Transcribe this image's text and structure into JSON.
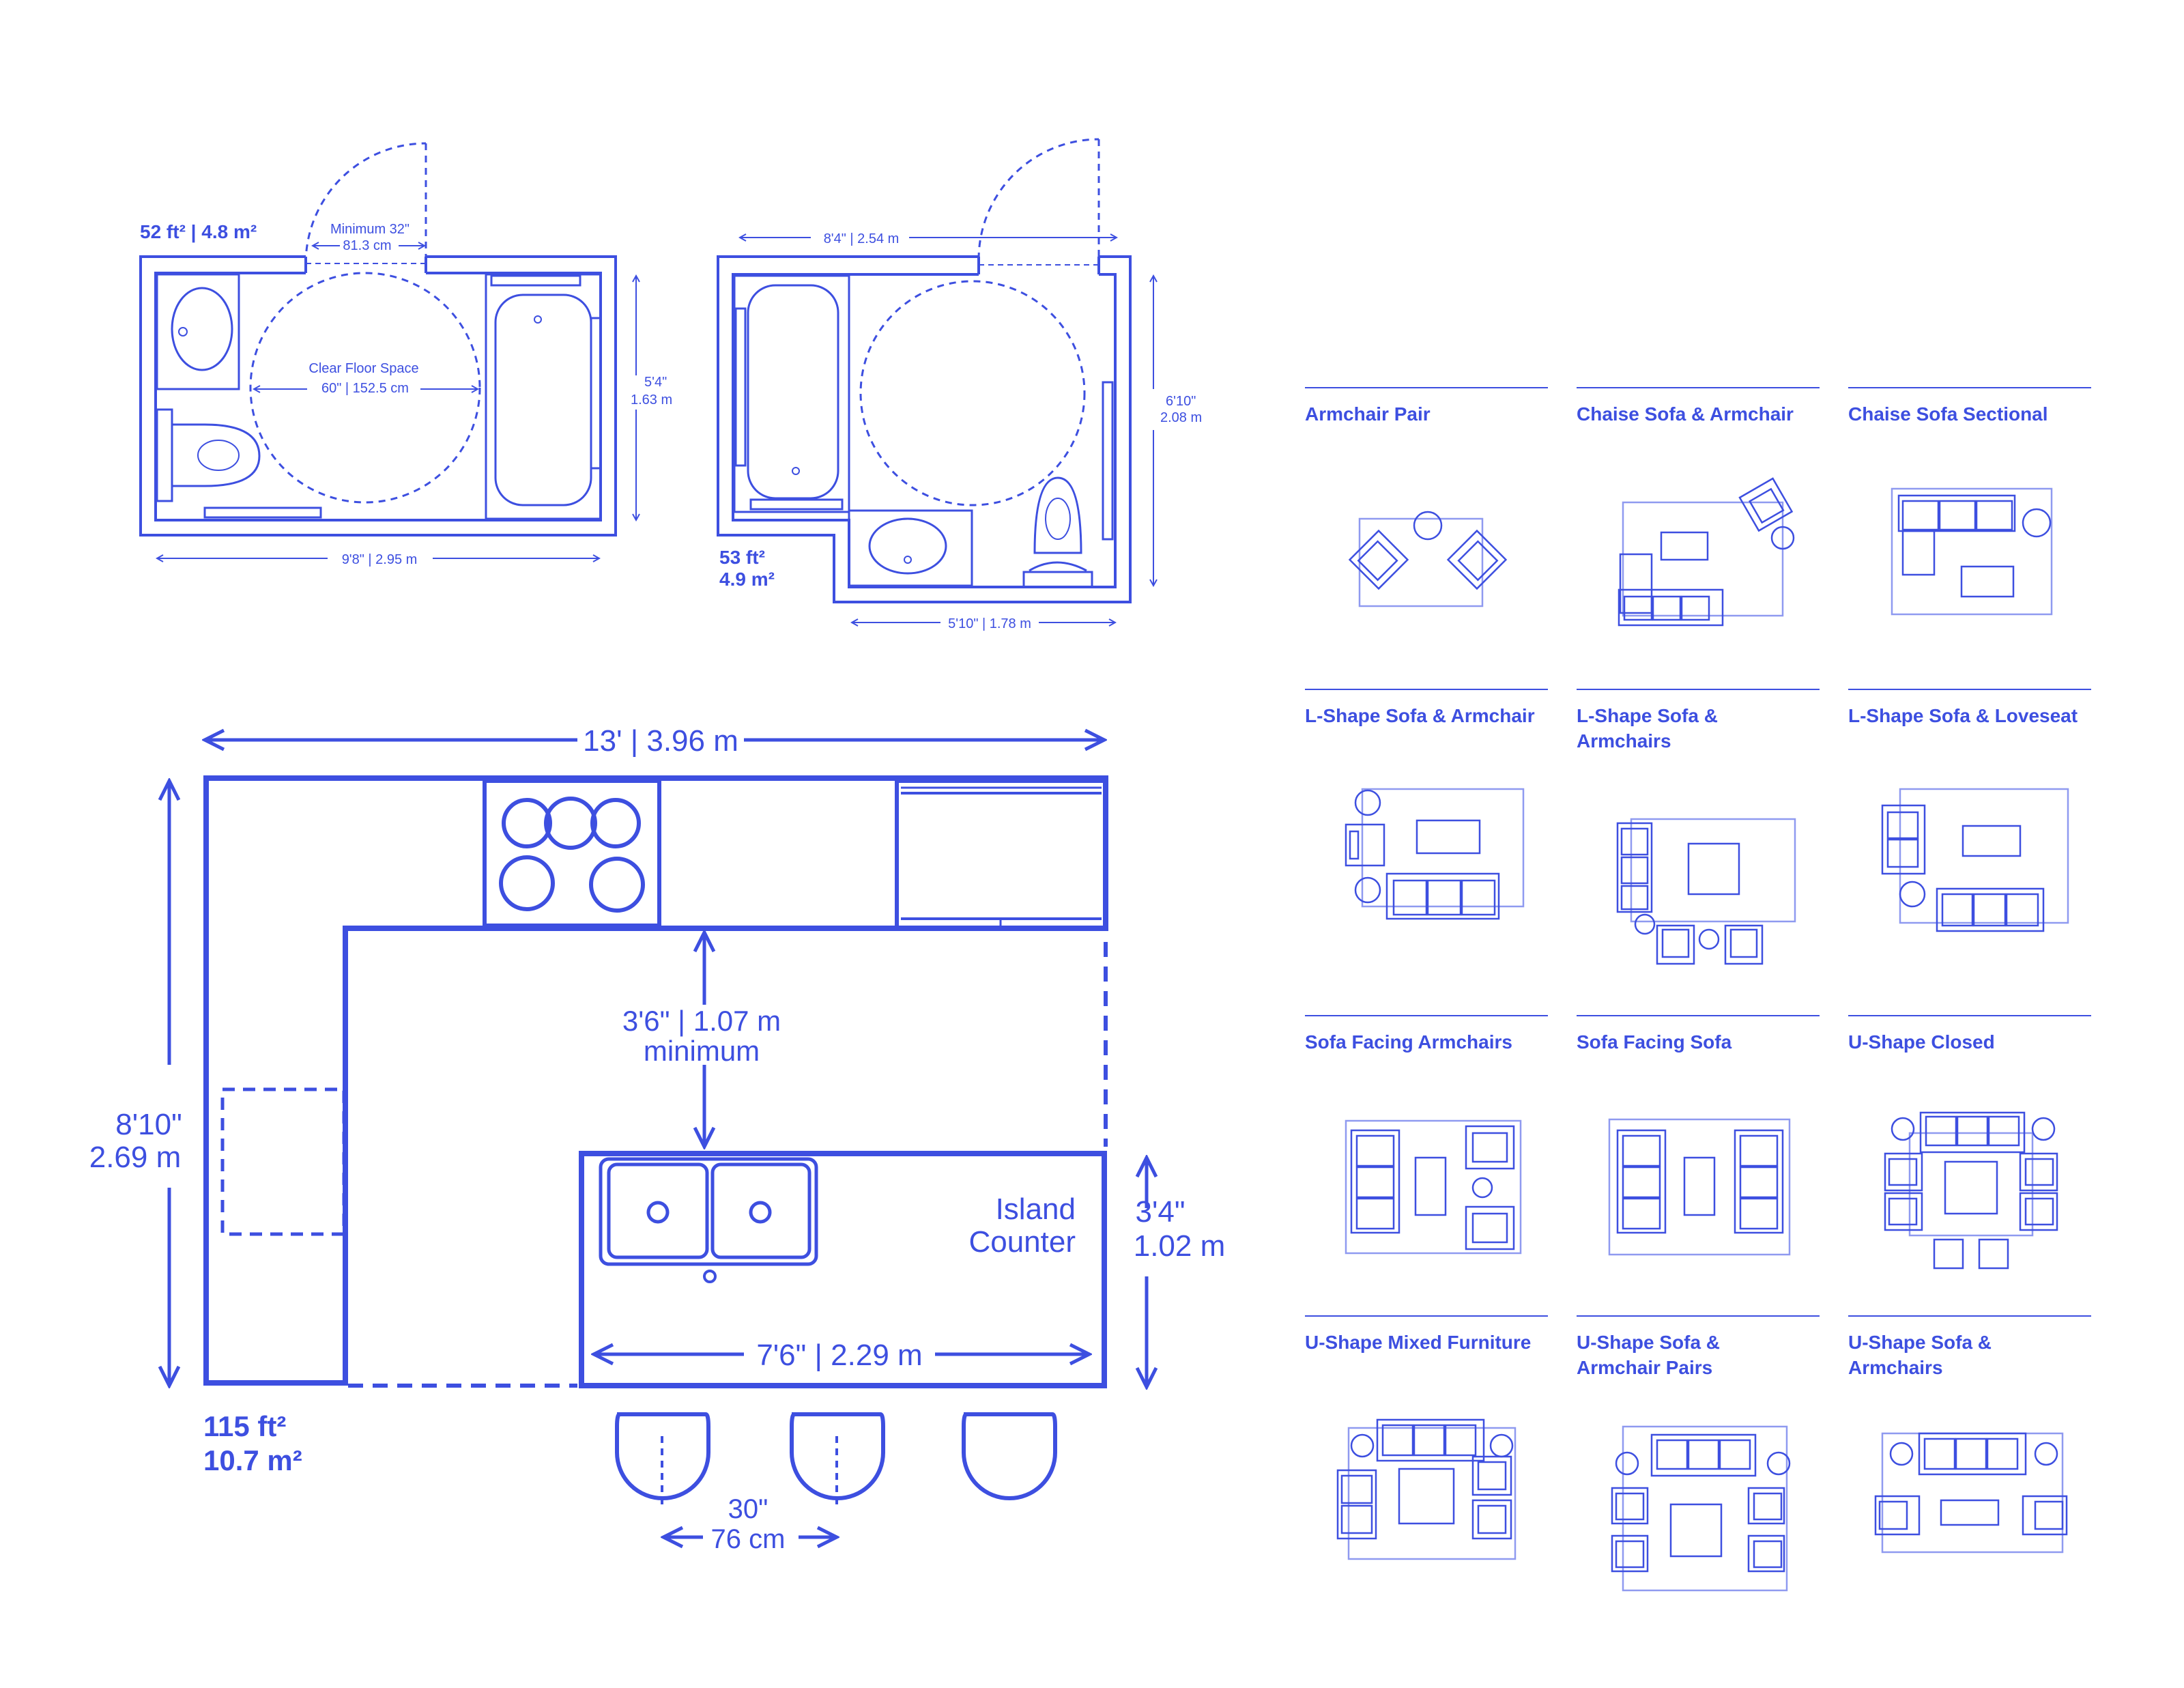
{
  "colors": {
    "blue": "#3d4fe0",
    "light_blue": "#8f9af0",
    "background": "#ffffff"
  },
  "bathroom1": {
    "area_line": "52 ft² | 4.8 m²",
    "door_label_1": "Minimum 32\"",
    "door_label_2": "81.3 cm",
    "clear_label_1": "Clear Floor Space",
    "clear_label_2": "60\" | 152.5 cm",
    "height_1": "5'4\"",
    "height_2": "1.63 m",
    "width": "9'8\" | 2.95 m"
  },
  "bathroom2": {
    "area_1": "53 ft²",
    "area_2": "4.9 m²",
    "top_width": "8'4\" | 2.54 m",
    "height_1": "6'10\"",
    "height_2": "2.08 m",
    "bottom_width": "5'10\" | 1.78 m"
  },
  "kitchen": {
    "width": "13' | 3.96 m",
    "height_1": "8'10\"",
    "height_2": "2.69 m",
    "clearance_1": "3'6\" | 1.07 m",
    "clearance_2": "minimum",
    "island_1": "Island",
    "island_2": "Counter",
    "island_depth_1": "3'4\"",
    "island_depth_2": "1.02 m",
    "island_width": "7'6\" | 2.29 m",
    "area_1": "115 ft²",
    "area_2": "10.7 m²",
    "stool_1": "30\"",
    "stool_2": "76 cm"
  },
  "layouts": [
    {
      "title": [
        "Armchair Pair"
      ]
    },
    {
      "title": [
        "Chaise Sofa & Armchair"
      ]
    },
    {
      "title": [
        "Chaise Sofa Sectional"
      ]
    },
    {
      "title": [
        "L-Shape Sofa & Armchair"
      ]
    },
    {
      "title": [
        "L-Shape Sofa &",
        "Armchairs"
      ]
    },
    {
      "title": [
        "L-Shape Sofa & Loveseat"
      ]
    },
    {
      "title": [
        "Sofa Facing Armchairs"
      ]
    },
    {
      "title": [
        "Sofa Facing Sofa"
      ]
    },
    {
      "title": [
        "U-Shape Closed"
      ]
    },
    {
      "title": [
        "U-Shape Mixed Furniture"
      ]
    },
    {
      "title": [
        "U-Shape Sofa &",
        "Armchair Pairs"
      ]
    },
    {
      "title": [
        "U-Shape Sofa &",
        "Armchairs"
      ]
    }
  ]
}
